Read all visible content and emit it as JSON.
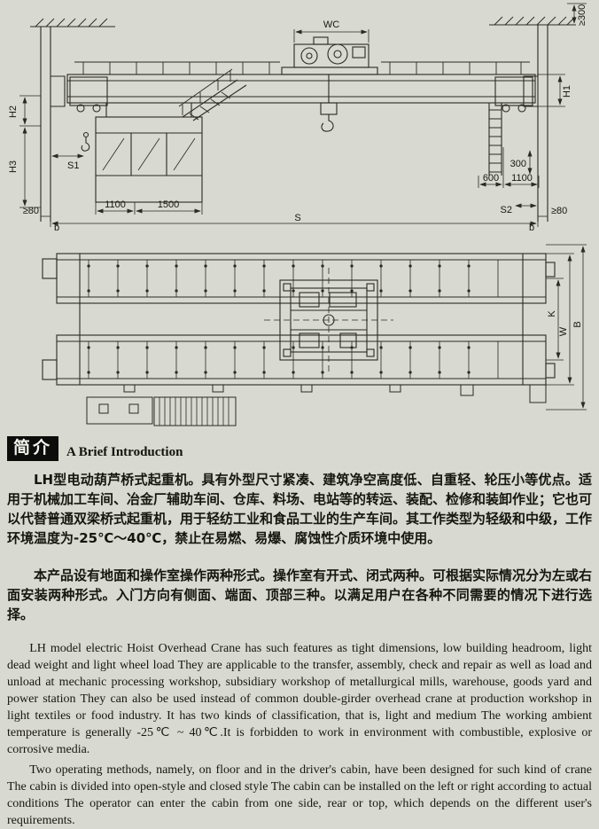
{
  "page": {
    "background": "#d8d9d0",
    "ink": "#2a2a22"
  },
  "front_view": {
    "dims": {
      "wc": "WC",
      "ge300": "≥300",
      "h1": "H1",
      "h2": "H2",
      "h3": "H3",
      "s1": "S1",
      "s2": "S2",
      "s": "S",
      "d1100": "1100",
      "d1500": "1500",
      "d600": "600",
      "d1100r": "1100",
      "d300": "300",
      "ge80_left": "≥80",
      "b_left": "b",
      "ge80_right": "≥80",
      "b_right": "b"
    }
  },
  "plan_view": {
    "dims": {
      "k": "K",
      "w": "W",
      "b": "B"
    }
  },
  "intro": {
    "title_cn": "简介",
    "title_en": "A Brief Introduction",
    "cn_paragraphs": [
      "LH型电动葫芦桥式起重机。具有外型尺寸紧凑、建筑净空高度低、自重轻、轮压小等优点。适用于机械加工车间、冶金厂辅助车间、仓库、料场、电站等的转运、装配、检修和装卸作业；它也可以代替普通双梁桥式起重机，用于轻纺工业和食品工业的生产车间。其工作类型为轻级和中级，工作环境温度为-25℃～40℃，禁止在易燃、易爆、腐蚀性介质环境中使用。",
      "本产品设有地面和操作室操作两种形式。操作室有开式、闭式两种。可根据实际情况分为左或右面安装两种形式。入门方向有侧面、端面、顶部三种。以满足用户在各种不同需要的情况下进行选择。"
    ],
    "en_paragraphs": [
      "LH model electric Hoist Overhead Crane has such features as tight dimensions, low building headroom, light dead weight and light wheel load They are applicable to the transfer, assembly, check and repair as well as load and unload at mechanic processing workshop, subsidiary workshop of metallurgical mills, warehouse, goods yard and power station They can also be used instead of common double-girder overhead crane at production workshop in light textiles or food industry. It has two kinds of classification, that is, light and medium The working ambient temperature is generally -25℃ ~ 40℃.It is forbidden to work in environment with combustible, explosive or corrosive media.",
      "Two operating methods, namely, on floor and in the driver's cabin, have been designed for such kind of crane The cabin is divided into open-style and closed style The cabin can be installed on the left or right according to actual conditions The operator can enter the cabin from one side, rear or top, which depends on the different user's requirements."
    ]
  }
}
